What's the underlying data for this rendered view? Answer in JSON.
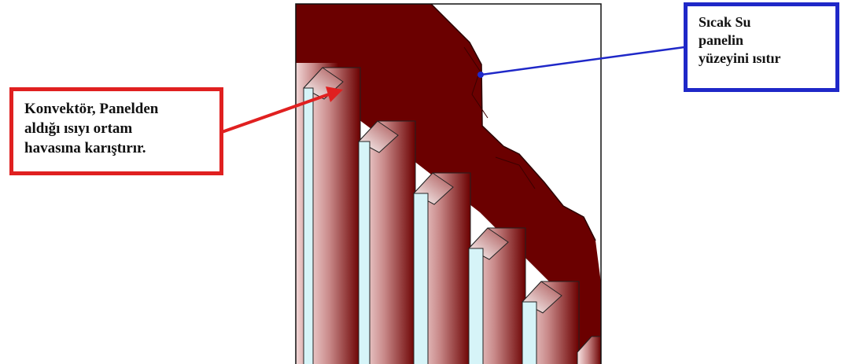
{
  "callouts": {
    "convector": {
      "lines": [
        "Konvektör, Panelden",
        "aldığı ısıyı ortam",
        "havasına karıştırır."
      ],
      "border_color": "#e02020"
    },
    "hot_water": {
      "lines": [
        "Sıcak Su",
        "panelin",
        "yüzeyini ısıtır"
      ],
      "border_color": "#1f28c8"
    }
  },
  "colors": {
    "hot": "#6b0000",
    "cool": "#d6f4f8",
    "frame": "#111111"
  }
}
